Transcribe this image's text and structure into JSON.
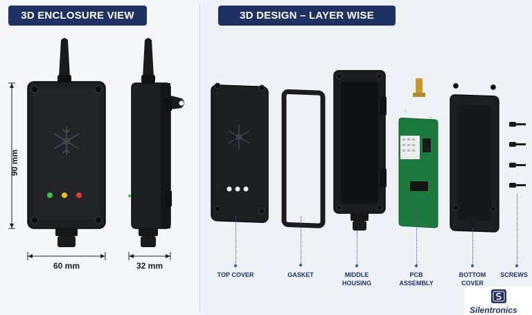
{
  "left_title": "3D ENCLOSURE VIEW",
  "right_title": "3D DESIGN – LAYER WISE",
  "dimensions": {
    "height": "90 mm",
    "width": "60 mm",
    "depth": "32 mm"
  },
  "parts": [
    {
      "label": "TOP COVER"
    },
    {
      "label": "GASKET"
    },
    {
      "label": "MIDDLE\nHOUSING"
    },
    {
      "label": "PCB\nASSEMBLY"
    },
    {
      "label": "BOTTOM\nCOVER"
    },
    {
      "label": "SCREWS"
    }
  ],
  "brand": "Silentronics",
  "colors": {
    "title_bg": "#1f3263",
    "leader": "#2f56b8",
    "enclosure": "#1b1c1e",
    "pcb": "#1d7a3f"
  }
}
